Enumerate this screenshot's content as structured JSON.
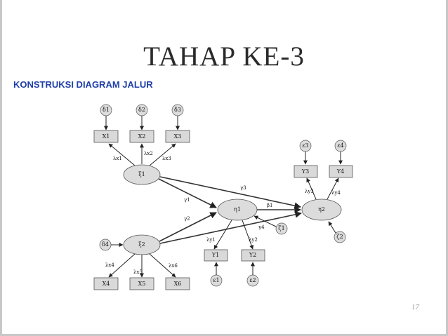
{
  "slide": {
    "title": "TAHAP KE-3",
    "subtitle": "KONSTRUKSI DIAGRAM JALUR",
    "page_number": "17"
  },
  "diagram": {
    "delta_errors": [
      "δ1",
      "δ2",
      "δ3",
      "δ4"
    ],
    "epsilon_errors": [
      "ε1",
      "ε2",
      "ε3",
      "ε4"
    ],
    "zeta_errors": [
      "ζ1",
      "ζ2"
    ],
    "x_indicators": [
      "X1",
      "X2",
      "X3",
      "X4",
      "X5",
      "X6"
    ],
    "y_indicators": [
      "Y1",
      "Y2",
      "Y3",
      "Y4"
    ],
    "latents": {
      "xi1": "ξ1",
      "xi2": "ξ2",
      "eta1": "η1",
      "eta2": "η2"
    },
    "loadings_x": [
      "λx1",
      "λx2",
      "λx3",
      "λx4",
      "λx5",
      "λx6"
    ],
    "loadings_y": [
      "λy1",
      "λy2",
      "λy3",
      "λy4"
    ],
    "gammas": [
      "γ1",
      "γ2",
      "γ3",
      "γ4"
    ],
    "beta": "β1"
  }
}
